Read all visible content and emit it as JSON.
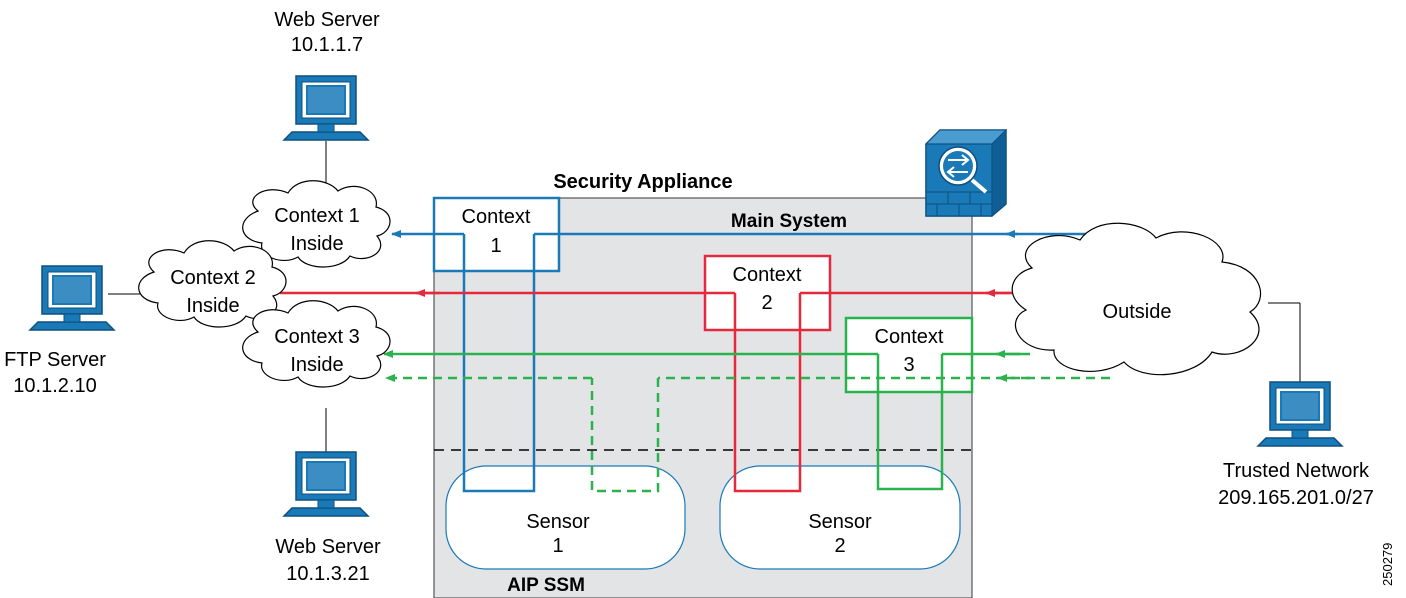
{
  "colors": {
    "context1": "#1a7ab8",
    "context2": "#e5293c",
    "context3": "#2bb24c",
    "appliance_fill": "#e3e4e6",
    "ssm_divider": "#000000"
  },
  "labels": {
    "security_appliance": "Security Appliance",
    "main_system": "Main System",
    "aip_ssm": "AIP SSM",
    "figure_id": "250279"
  },
  "contexts": [
    {
      "line1": "Context",
      "line2": "1"
    },
    {
      "line1": "Context",
      "line2": "2"
    },
    {
      "line1": "Context",
      "line2": "3"
    }
  ],
  "sensors": [
    {
      "line1": "Sensor",
      "line2": "1"
    },
    {
      "line1": "Sensor",
      "line2": "2"
    }
  ],
  "clouds": {
    "ctx1_inside": {
      "line1": "Context 1",
      "line2": "Inside"
    },
    "ctx2_inside": {
      "line1": "Context 2",
      "line2": "Inside"
    },
    "ctx3_inside": {
      "line1": "Context 3",
      "line2": "Inside"
    },
    "outside": {
      "line1": "Outside"
    }
  },
  "hosts": {
    "web_server_1": {
      "line1": "Web Server",
      "line2": "10.1.1.7",
      "icon": "computer-icon"
    },
    "ftp_server": {
      "line1": "FTP Server",
      "line2": "10.1.2.10",
      "icon": "computer-icon"
    },
    "web_server_3": {
      "line1": "Web Server",
      "line2": "10.1.3.21",
      "icon": "computer-icon"
    },
    "trusted_network": {
      "line1": "Trusted Network",
      "line2": "209.165.201.0/27",
      "icon": "computer-icon"
    }
  },
  "appliance_icon": "firewall-appliance-icon"
}
